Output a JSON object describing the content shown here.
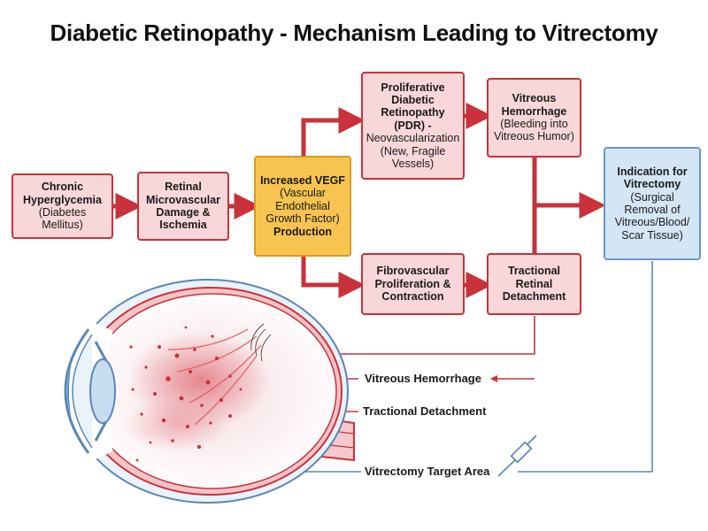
{
  "title": "Diabetic Retinopathy - Mechanism Leading to Vitrectomy",
  "boxes": {
    "hyperglycemia": {
      "bold": "Chronic Hyperglycemia",
      "sub": "(Diabetes Mellitus)"
    },
    "microvascular": {
      "bold": "Retinal Microvascular Damage & Ischemia",
      "sub": ""
    },
    "vegf": {
      "bold": "Increased VEGF",
      "sub": "(Vascular Endothelial Growth Factor)",
      "bold2": "Production"
    },
    "pdr": {
      "bold": "Proliferative Diabetic Retinopathy (PDR) -",
      "sub": "Neovascularization (New, Fragile Vessels)"
    },
    "hemorrhage": {
      "bold": "Vitreous Hemorrhage",
      "sub": "(Bleeding into Vitreous Humor)"
    },
    "fibrovascular": {
      "bold": "Fibrovascular Proliferation & Contraction",
      "sub": ""
    },
    "traction": {
      "bold": "Tractional Retinal Detachment",
      "sub": ""
    },
    "indication": {
      "bold": "Indication for Vitrectomy",
      "sub": "(Surgical Removal of Vitreous/Blood/ Scar Tissue)"
    }
  },
  "eye_labels": {
    "hemorrhage": "Vitreous Hemorrhage",
    "detachment": "Tractional Detachment",
    "target": "Vitrectomy Target Area"
  },
  "colors": {
    "arrow_red": "#c9323a",
    "box_fill": "#f8d7d9",
    "vegf_fill": "#f8c451",
    "vitrectomy_fill": "#d4e5f6",
    "connector_blue": "#5b86b8"
  },
  "icons": [
    "eye-cross-section-icon",
    "vitrectomy-probe-icon"
  ]
}
